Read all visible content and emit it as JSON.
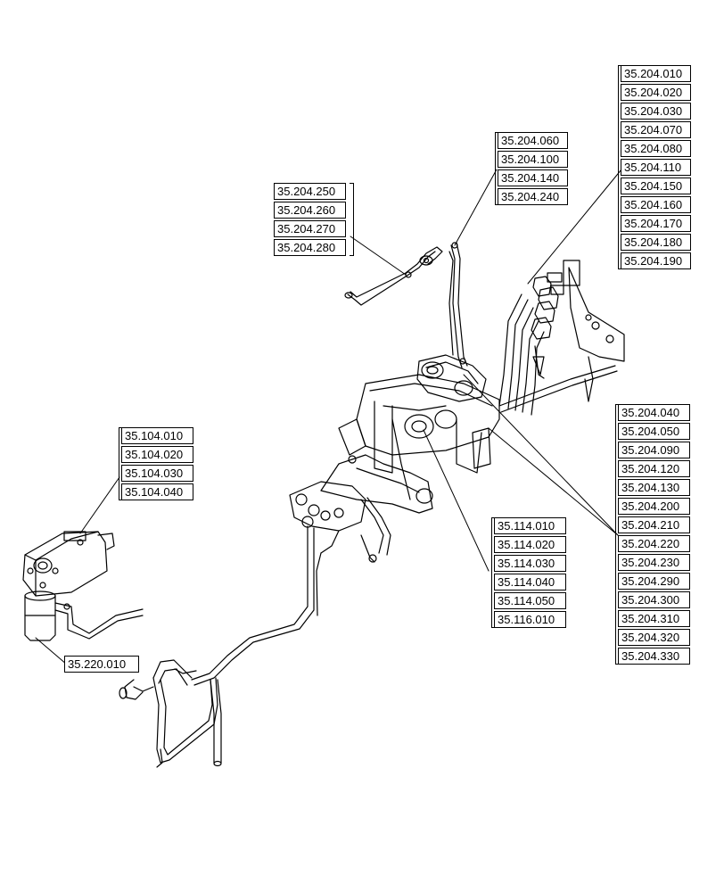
{
  "callouts": {
    "top_right": [
      "35.204.010",
      "35.204.020",
      "35.204.030",
      "35.204.070",
      "35.204.080",
      "35.204.110",
      "35.204.150",
      "35.204.160",
      "35.204.170",
      "35.204.180",
      "35.204.190"
    ],
    "top_center": [
      "35.204.060",
      "35.204.100",
      "35.204.140",
      "35.204.240"
    ],
    "top_left": [
      "35.204.250",
      "35.204.260",
      "35.204.270",
      "35.204.280"
    ],
    "left": [
      "35.104.010",
      "35.104.020",
      "35.104.030",
      "35.104.040"
    ],
    "bottom_left": [
      "35.220.010"
    ],
    "center": [
      "35.114.010",
      "35.114.020",
      "35.114.030",
      "35.114.040",
      "35.114.050",
      "35.116.010"
    ],
    "right": [
      "35.204.040",
      "35.204.050",
      "35.204.090",
      "35.204.120",
      "35.204.130",
      "35.204.200",
      "35.204.210",
      "35.204.220",
      "35.204.230",
      "35.204.290",
      "35.204.300",
      "35.204.310",
      "35.204.320",
      "35.204.330"
    ]
  }
}
